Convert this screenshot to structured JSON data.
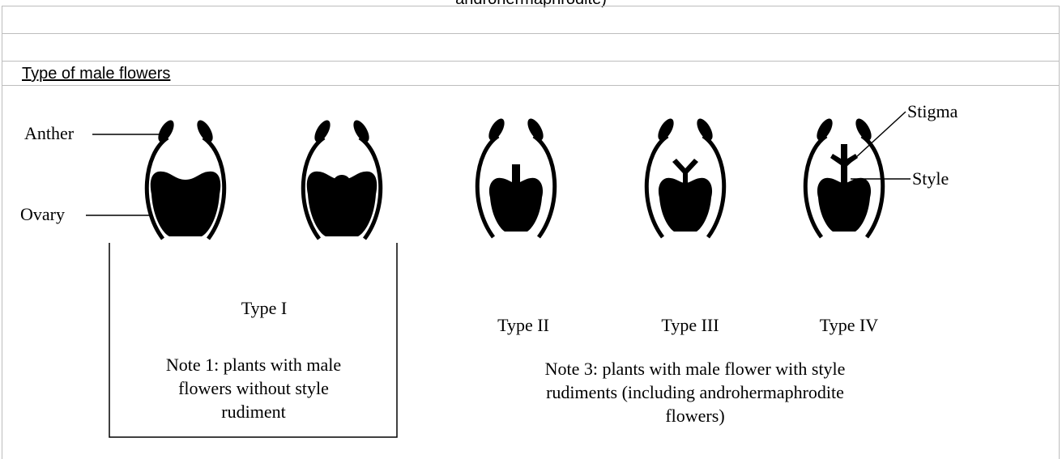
{
  "document": {
    "top_caption": "androhermaphrodite)",
    "section_title": "Type of male flowers"
  },
  "figure": {
    "labels": {
      "anther": "Anther",
      "ovary": "Ovary",
      "stigma": "Stigma",
      "style": "Style"
    },
    "types": {
      "type1": "Type I",
      "type2": "Type II",
      "type3": "Type III",
      "type4": "Type IV"
    },
    "note1": [
      "Note 1: plants with male",
      "flowers without style",
      "rudiment"
    ],
    "note3": [
      "Note 3: plants with male flower with style",
      "rudiments (including androhermaphrodite",
      "flowers)"
    ]
  }
}
